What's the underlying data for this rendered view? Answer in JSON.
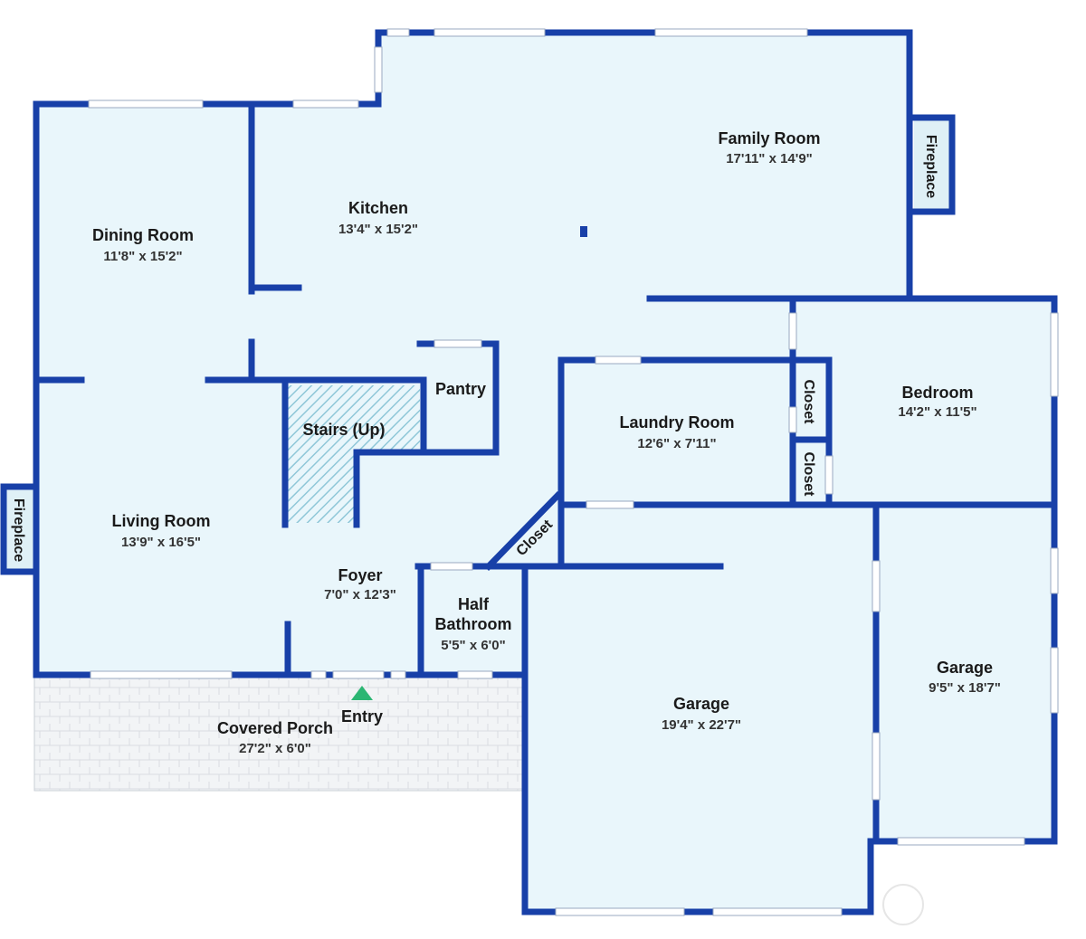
{
  "colors": {
    "wall": "#1840a8",
    "floor": "#e9f6fb",
    "porch": "#f2f4f6",
    "stairs_hatch": "#8fc7d8",
    "window": "#ffffff",
    "entry_marker": "#2bb673"
  },
  "rooms": {
    "family_room": {
      "name": "Family Room",
      "dims": "17'11\" x 14'9\""
    },
    "kitchen": {
      "name": "Kitchen",
      "dims": "13'4\" x 15'2\""
    },
    "dining_room": {
      "name": "Dining Room",
      "dims": "11'8\" x 15'2\""
    },
    "pantry": {
      "name": "Pantry"
    },
    "stairs": {
      "name": "Stairs (Up)"
    },
    "laundry_room": {
      "name": "Laundry Room",
      "dims": "12'6\" x 7'11\""
    },
    "bedroom": {
      "name": "Bedroom",
      "dims": "14'2\" x 11'5\""
    },
    "closet_1": {
      "name": "Closet"
    },
    "closet_2": {
      "name": "Closet"
    },
    "closet_3": {
      "name": "Closet"
    },
    "living_room": {
      "name": "Living Room",
      "dims": "13'9\" x 16'5\""
    },
    "foyer": {
      "name": "Foyer",
      "dims": "7'0\" x 12'3\""
    },
    "half_bathroom": {
      "name_line1": "Half",
      "name_line2": "Bathroom",
      "dims": "5'5\" x 6'0\""
    },
    "garage_main": {
      "name": "Garage",
      "dims": "19'4\" x 22'7\""
    },
    "garage_side": {
      "name": "Garage",
      "dims": "9'5\" x 18'7\""
    },
    "covered_porch": {
      "name": "Covered Porch",
      "dims": "27'2\" x 6'0\""
    },
    "entry": {
      "name": "Entry"
    }
  },
  "fireplaces": {
    "right": "Fireplace",
    "left": "Fireplace"
  }
}
